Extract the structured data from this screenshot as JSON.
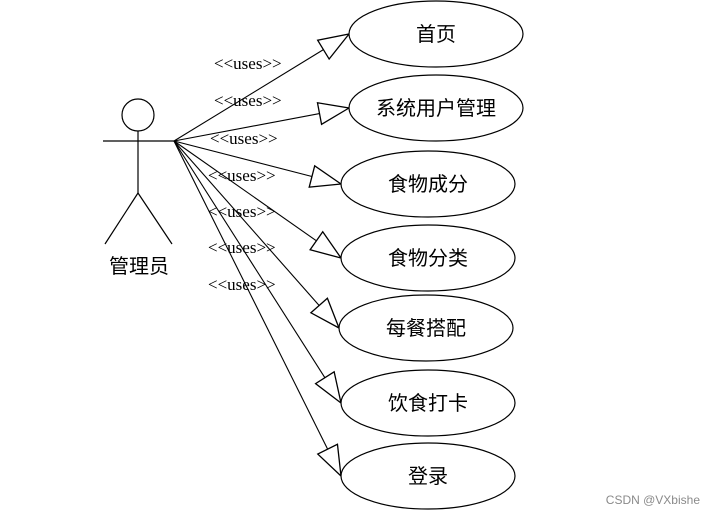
{
  "diagram": {
    "type": "use-case",
    "actor": {
      "label": "管理员"
    },
    "relation_label": "<<uses>>",
    "use_cases": [
      {
        "label": "首页"
      },
      {
        "label": "系统用户管理"
      },
      {
        "label": "食物成分"
      },
      {
        "label": "食物分类"
      },
      {
        "label": "每餐搭配"
      },
      {
        "label": "饮食打卡"
      },
      {
        "label": "登录"
      }
    ]
  },
  "watermark": "CSDN @VXbishe",
  "colors": {
    "stroke": "#000000",
    "background": "#ffffff",
    "watermark": "#8a8a8a"
  }
}
